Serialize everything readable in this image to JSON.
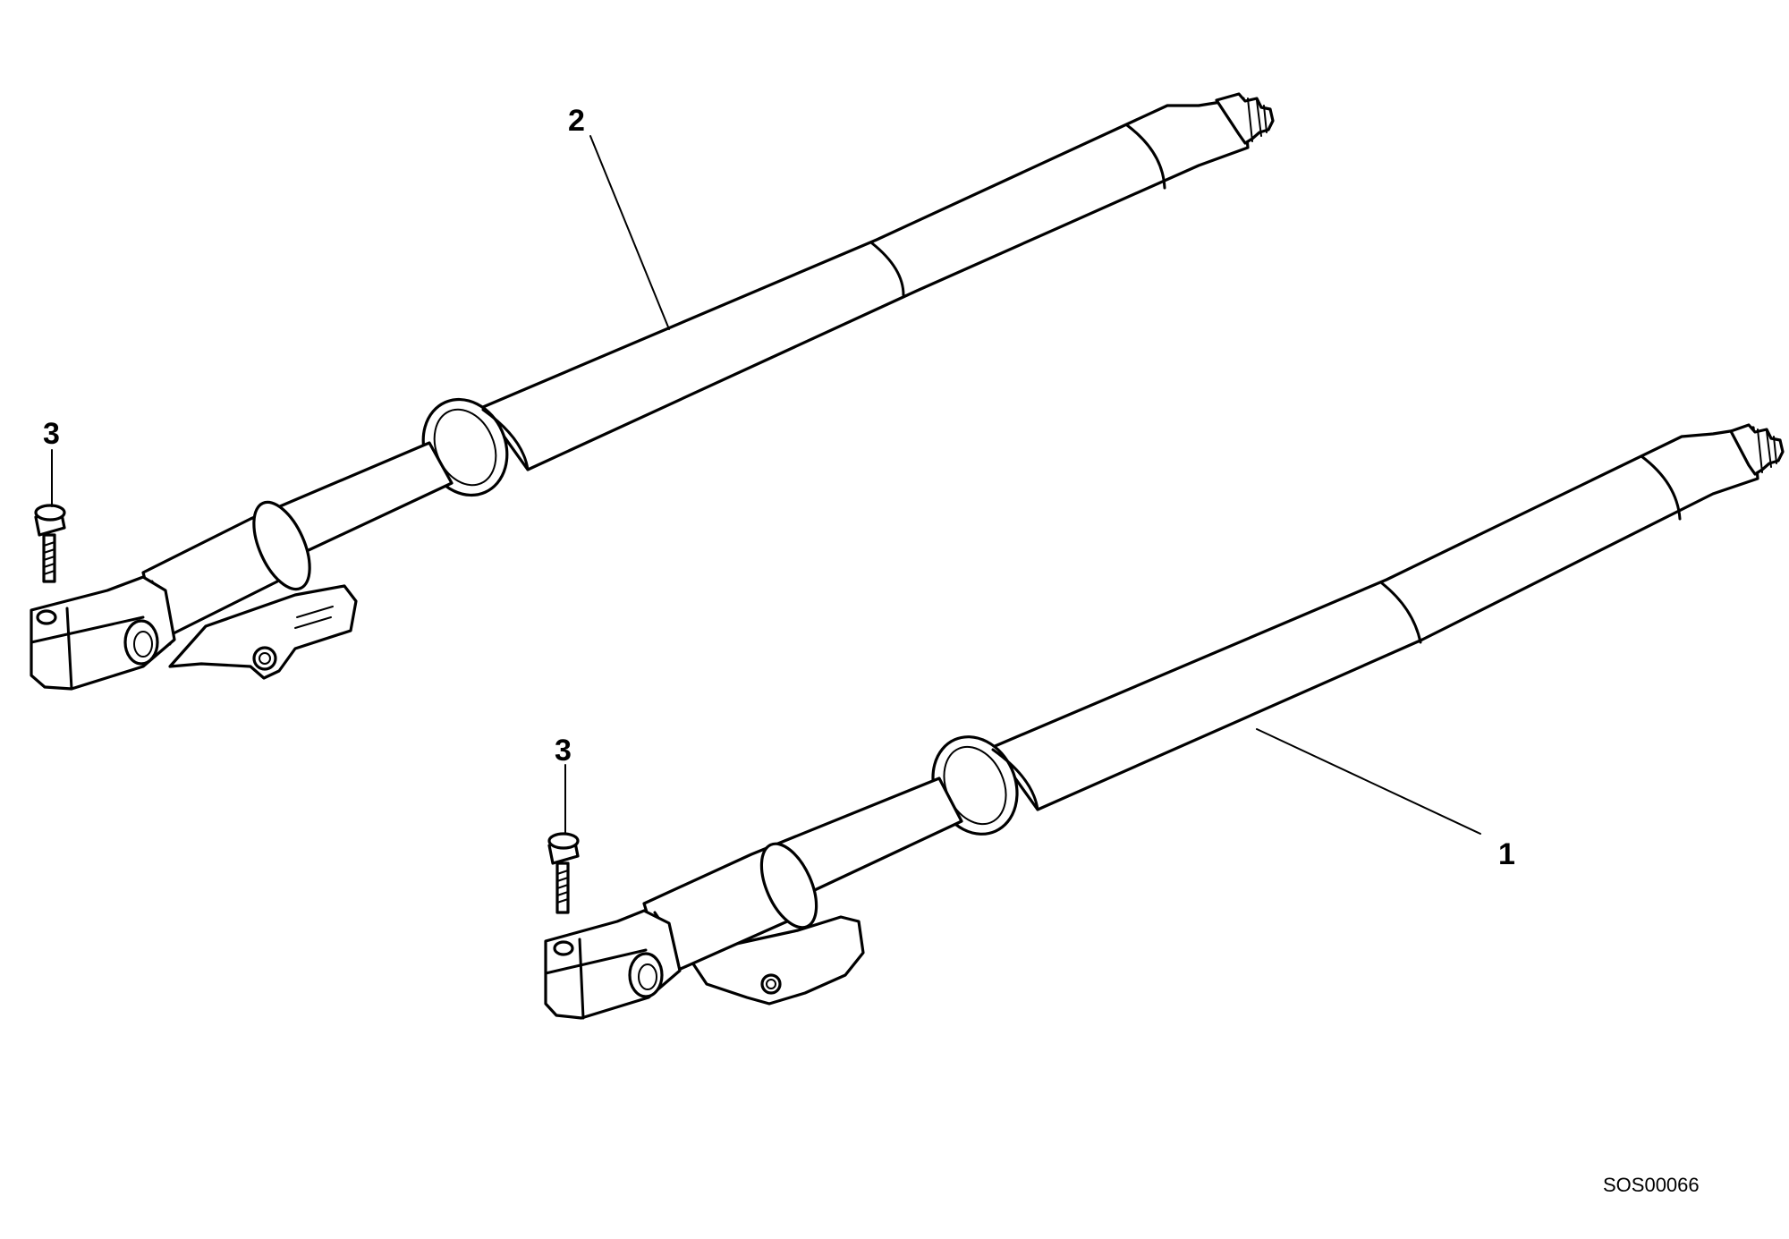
{
  "callouts": {
    "part_1": "1",
    "part_2": "2",
    "part_3_upper": "3",
    "part_3_lower": "3"
  },
  "reference_code": "SOS00066",
  "colors": {
    "line": "#000000",
    "background": "#ffffff"
  }
}
